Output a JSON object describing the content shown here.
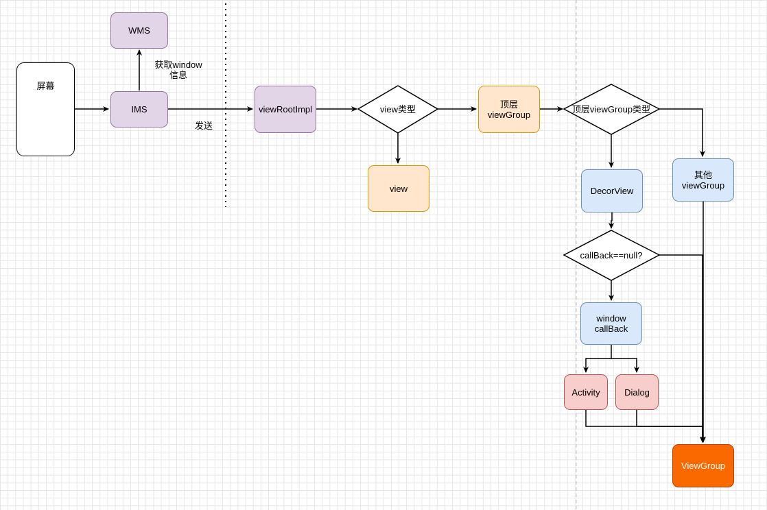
{
  "nodes": {
    "screen": "屏幕",
    "wms": "WMS",
    "ims": "IMS",
    "view_root_impl": "viewRootImpl",
    "view_type": "view类型",
    "view": "view",
    "top_view_group": "顶层viewGroup",
    "top_view_group_type": "顶层viewGroup类型",
    "decor_view": "DecorView",
    "other_view_group": "其他viewGroup",
    "callback_null": "callBack==null?",
    "window_callback": "window\ncallBack",
    "activity": "Activity",
    "dialog": "Dialog",
    "view_group": "ViewGroup"
  },
  "edge_labels": {
    "get_window_info": "获取window\n信息",
    "send": "发送"
  }
}
